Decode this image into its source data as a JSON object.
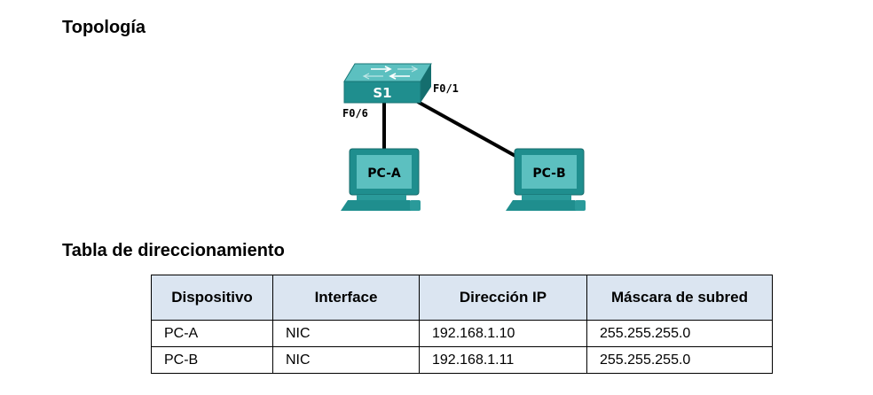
{
  "topology": {
    "title": "Topología",
    "switch_label": "S1",
    "port_left": "F0/6",
    "port_right": "F0/1",
    "pc_a_label": "PC-A",
    "pc_b_label": "PC-B"
  },
  "addressing": {
    "title": "Tabla de direccionamiento",
    "headers": [
      "Dispositivo",
      "Interface",
      "Dirección IP",
      "Máscara de subred"
    ],
    "rows": [
      [
        "PC-A",
        "NIC",
        "192.168.1.10",
        "255.255.255.0"
      ],
      [
        "PC-B",
        "NIC",
        "192.168.1.11",
        "255.255.255.0"
      ]
    ],
    "header_color": "#dbe5f1"
  },
  "colors": {
    "teal_device": "#1d8a8a",
    "teal_light": "#48b3b3"
  }
}
